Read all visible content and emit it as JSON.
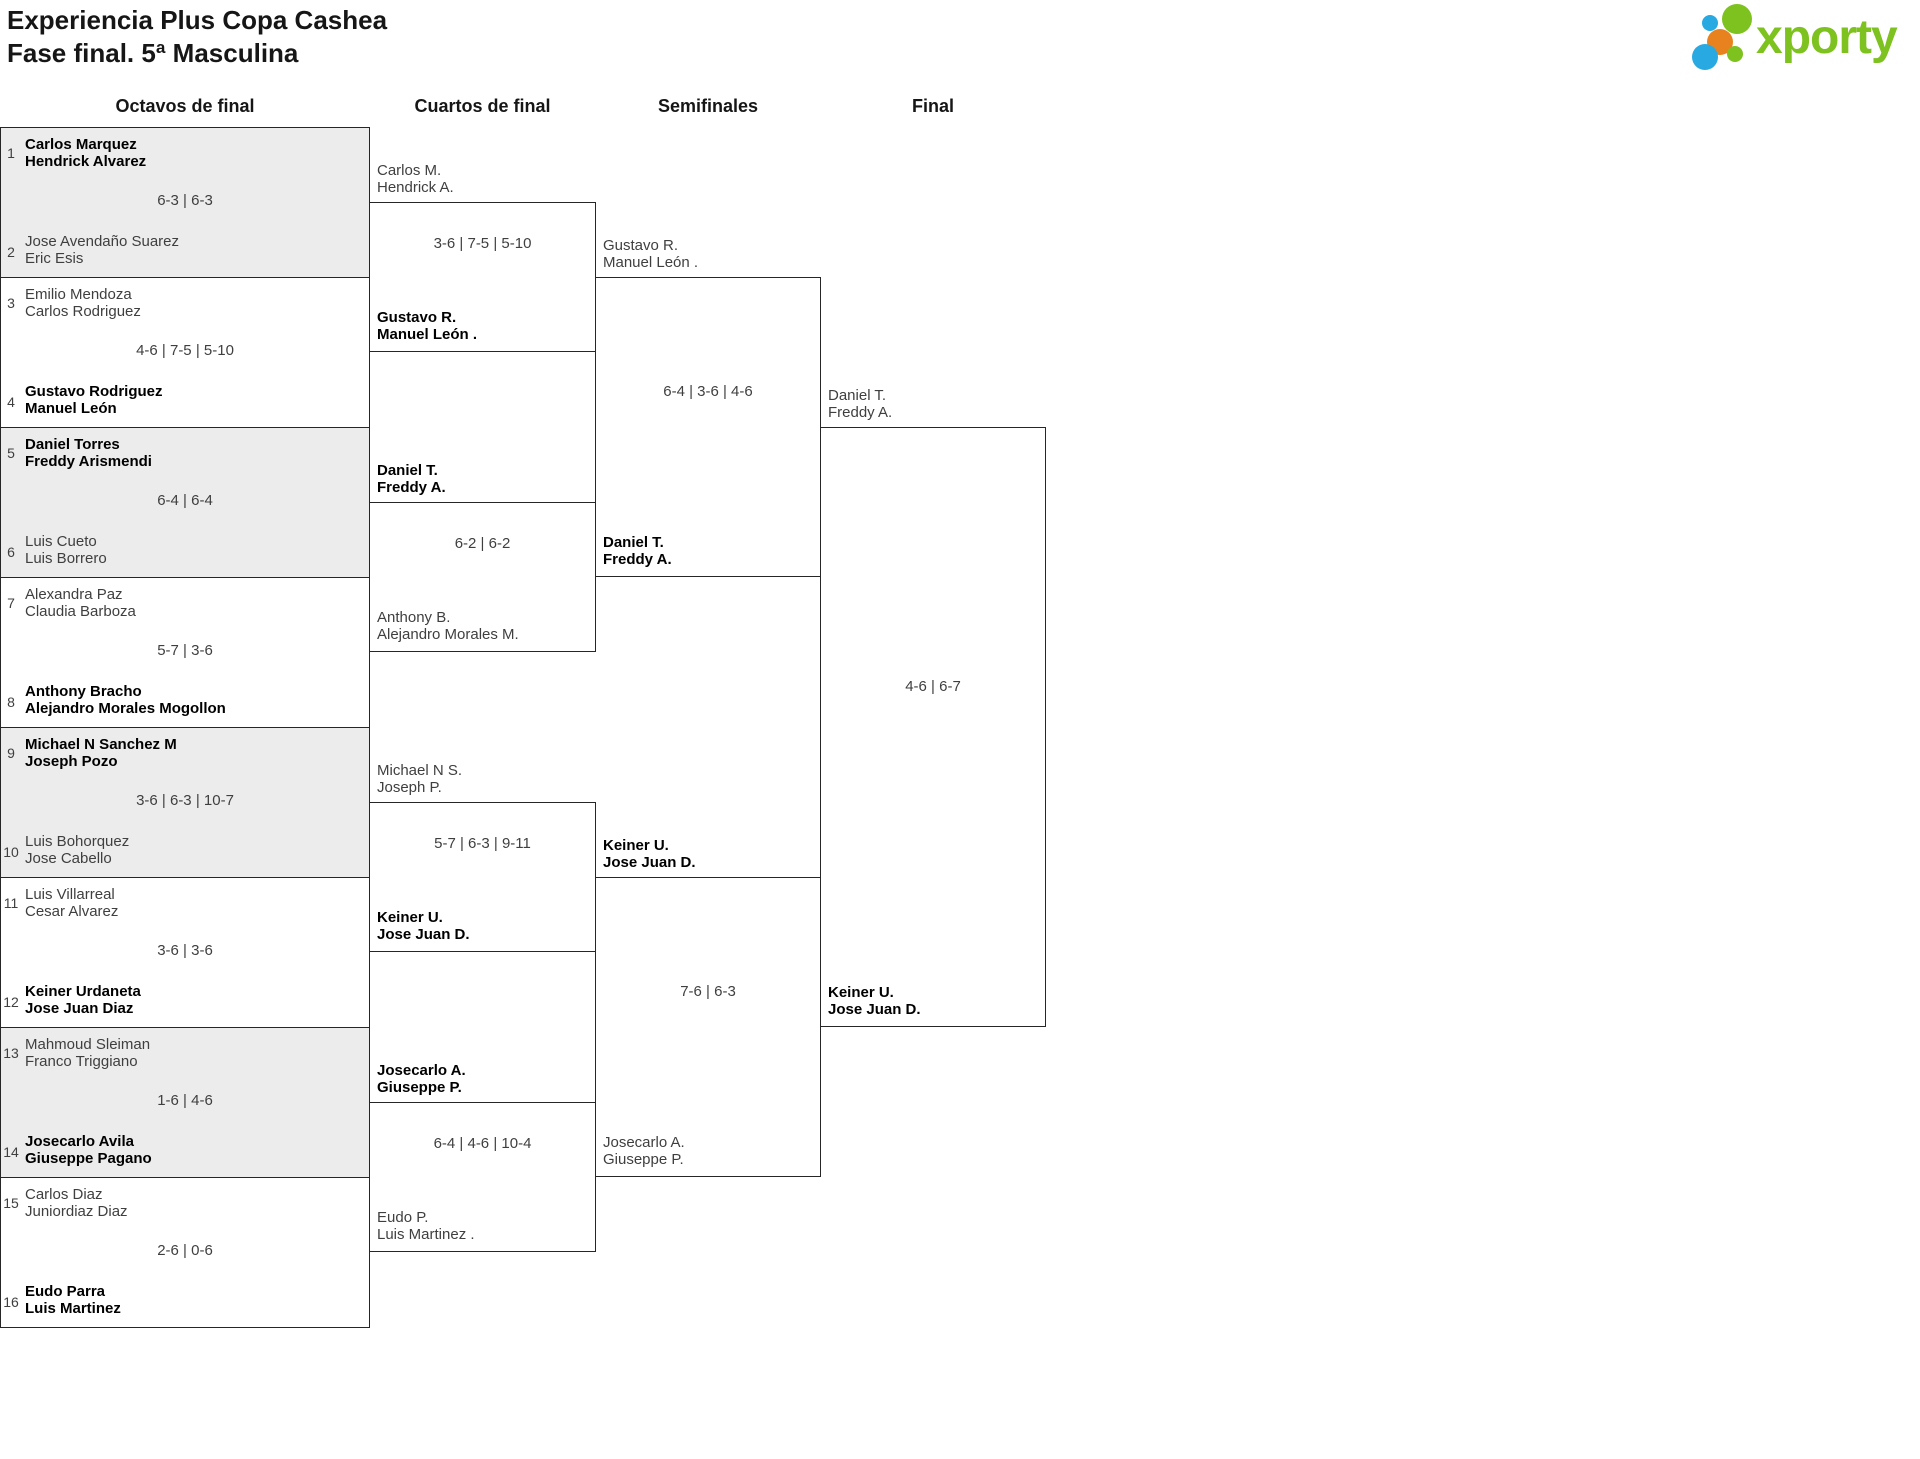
{
  "header": {
    "title": "Experiencia Plus Copa Cashea",
    "subtitle": "Fase final. 5ª Masculina"
  },
  "logo": {
    "wordmark": "xporty",
    "colors": {
      "green": "#7dc21e",
      "blue": "#29a9e1",
      "orange": "#e8821e"
    }
  },
  "rounds": {
    "r16_label": "Octavos de final",
    "qf_label": "Cuartos de final",
    "sf_label": "Semifinales",
    "final_label": "Final"
  },
  "r16": {
    "matches": [
      {
        "seed_top": "1",
        "top1": "Carlos Marquez",
        "top2": "Hendrick Alvarez",
        "top_winner": true,
        "score": "6-3 | 6-3",
        "seed_bottom": "2",
        "bot1": "Jose Avendaño Suarez",
        "bot2": "Eric Esis",
        "bot_winner": false
      },
      {
        "seed_top": "3",
        "top1": "Emilio Mendoza",
        "top2": "Carlos Rodriguez",
        "top_winner": false,
        "score": "4-6 | 7-5 | 5-10",
        "seed_bottom": "4",
        "bot1": "Gustavo Rodriguez",
        "bot2": "Manuel León",
        "bot_winner": true
      },
      {
        "seed_top": "5",
        "top1": "Daniel Torres",
        "top2": "Freddy Arismendi",
        "top_winner": true,
        "score": "6-4 | 6-4",
        "seed_bottom": "6",
        "bot1": "Luis Cueto",
        "bot2": "Luis Borrero",
        "bot_winner": false
      },
      {
        "seed_top": "7",
        "top1": "Alexandra Paz",
        "top2": "Claudia Barboza",
        "top_winner": false,
        "score": "5-7 | 3-6",
        "seed_bottom": "8",
        "bot1": "Anthony Bracho",
        "bot2": "Alejandro Morales Mogollon",
        "bot_winner": true
      },
      {
        "seed_top": "9",
        "top1": "Michael N Sanchez M",
        "top2": "Joseph Pozo",
        "top_winner": true,
        "score": "3-6 | 6-3 | 10-7",
        "seed_bottom": "10",
        "bot1": "Luis Bohorquez",
        "bot2": "Jose Cabello",
        "bot_winner": false
      },
      {
        "seed_top": "11",
        "top1": "Luis Villarreal",
        "top2": "Cesar Alvarez",
        "top_winner": false,
        "score": "3-6 | 3-6",
        "seed_bottom": "12",
        "bot1": "Keiner Urdaneta",
        "bot2": "Jose Juan Diaz",
        "bot_winner": true
      },
      {
        "seed_top": "13",
        "top1": "Mahmoud Sleiman",
        "top2": "Franco Triggiano",
        "top_winner": false,
        "score": "1-6 | 4-6",
        "seed_bottom": "14",
        "bot1": "Josecarlo Avila",
        "bot2": "Giuseppe Pagano",
        "bot_winner": true
      },
      {
        "seed_top": "15",
        "top1": "Carlos Diaz",
        "top2": "Juniordiaz Diaz",
        "top_winner": false,
        "score": "2-6 | 0-6",
        "seed_bottom": "16",
        "bot1": "Eudo Parra",
        "bot2": "Luis Martinez",
        "bot_winner": true
      }
    ]
  },
  "qf": {
    "matches": [
      {
        "top1": "Carlos M.",
        "top2": "Hendrick A.",
        "top_winner": false,
        "score": "3-6 | 7-5 | 5-10",
        "bot1": "Gustavo R.",
        "bot2": "Manuel León .",
        "bot_winner": true
      },
      {
        "top1": "Daniel T.",
        "top2": "Freddy A.",
        "top_winner": true,
        "score": "6-2 | 6-2",
        "bot1": "Anthony B.",
        "bot2": "Alejandro Morales M.",
        "bot_winner": false
      },
      {
        "top1": "Michael N S.",
        "top2": "Joseph P.",
        "top_winner": false,
        "score": "5-7 | 6-3 | 9-11",
        "bot1": "Keiner U.",
        "bot2": "Jose Juan D.",
        "bot_winner": true
      },
      {
        "top1": "Josecarlo A.",
        "top2": "Giuseppe P.",
        "top_winner": true,
        "score": "6-4 | 4-6 | 10-4",
        "bot1": "Eudo P.",
        "bot2": "Luis Martinez .",
        "bot_winner": false
      }
    ]
  },
  "sf": {
    "matches": [
      {
        "top1": "Gustavo R.",
        "top2": "Manuel León .",
        "top_winner": false,
        "score": "6-4 | 3-6 | 4-6",
        "bot1": "Daniel T.",
        "bot2": "Freddy A.",
        "bot_winner": true
      },
      {
        "top1": "Keiner U.",
        "top2": "Jose Juan D.",
        "top_winner": true,
        "score": "7-6 | 6-3",
        "bot1": "Josecarlo A.",
        "bot2": "Giuseppe P.",
        "bot_winner": false
      }
    ]
  },
  "final": {
    "match": {
      "top1": "Daniel T.",
      "top2": "Freddy A.",
      "top_winner": false,
      "score": "4-6 | 6-7",
      "bot1": "Keiner U.",
      "bot2": "Jose Juan D.",
      "bot_winner": true
    }
  }
}
